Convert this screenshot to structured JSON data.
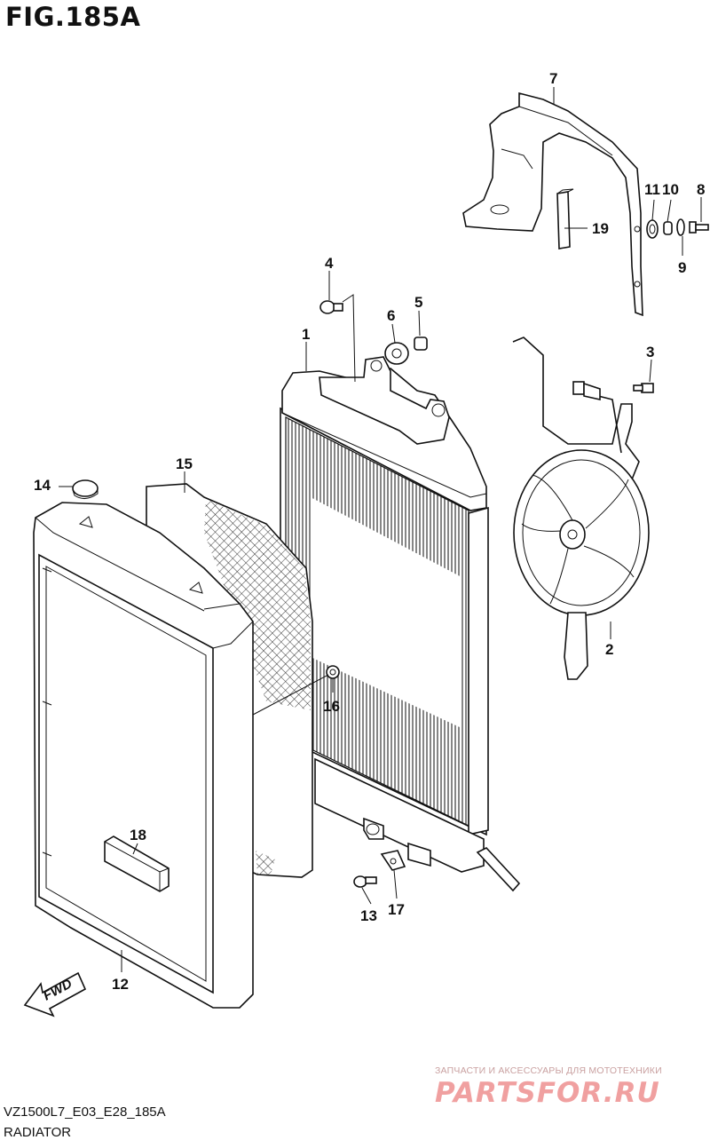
{
  "figure": {
    "title": "FIG.185A",
    "code": "VZ1500L7_E03_E28_185A",
    "caption": "RADIATOR"
  },
  "callouts": {
    "c1": "1",
    "c2": "2",
    "c3": "3",
    "c4": "4",
    "c5": "5",
    "c6": "6",
    "c7": "7",
    "c8": "8",
    "c9": "9",
    "c10": "10",
    "c11": "11",
    "c12": "12",
    "c13": "13",
    "c14": "14",
    "c15": "15",
    "c16": "16",
    "c17": "17",
    "c18": "18",
    "c19": "19"
  },
  "direction_arrow": {
    "label": "FWD"
  },
  "watermark": {
    "tagline": "ЗАПЧАСТИ И АКСЕССУАРЫ ДЛЯ МОТОТЕХНИКИ",
    "brand": "PARTSFOR.RU",
    "color": "#f0a0a0"
  }
}
